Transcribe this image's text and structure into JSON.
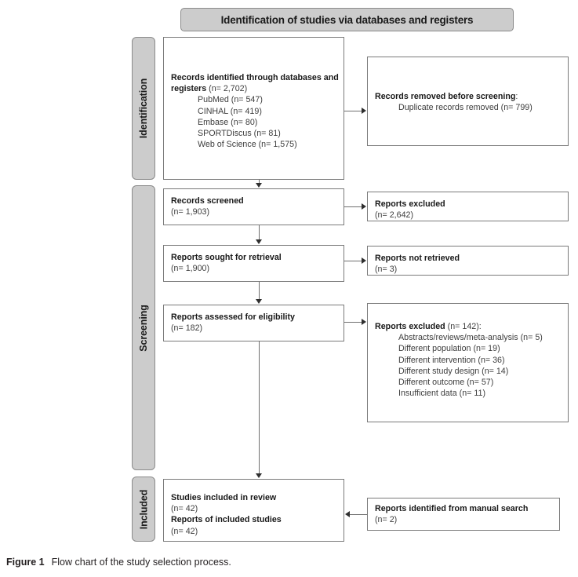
{
  "figure": {
    "banner_title": "Identification of studies via databases and registers",
    "caption_label": "Figure 1",
    "caption_text": "Flow chart of the study selection process."
  },
  "stages": [
    {
      "name": "identification",
      "label": "Identification"
    },
    {
      "name": "screening",
      "label": "Screening"
    },
    {
      "name": "included",
      "label": "Included"
    }
  ],
  "boxes": {
    "records_identified": {
      "title": "Records identified through databases and registers",
      "title_count": "(n= 2,702)",
      "sources": [
        "PubMed  (n= 547)",
        "CINHAL  (n= 419)",
        "Embase (n= 80)",
        "SPORTDiscus (n= 81)",
        "Web of Science (n= 1,575)"
      ]
    },
    "records_removed": {
      "title": "Records removed before screening",
      "title_suffix": ":",
      "detail": "Duplicate records removed (n= 799)"
    },
    "records_screened": {
      "title": "Records screened",
      "count": "(n= 1,903)"
    },
    "reports_excluded_screening": {
      "title": "Reports excluded",
      "count": "(n= 2,642)"
    },
    "reports_sought": {
      "title": "Reports sought for retrieval",
      "count": "(n= 1,900)"
    },
    "reports_not_retrieved": {
      "title": "Reports not retrieved",
      "count": "(n= 3)"
    },
    "reports_assessed": {
      "title": "Reports assessed for eligibility",
      "count": "(n= 182)"
    },
    "reports_excluded_eligibility": {
      "title": "Reports excluded",
      "title_count": "(n= 142):",
      "reasons": [
        "Abstracts/reviews/meta-analysis (n= 5)",
        "Different population  (n= 19)",
        "Different intervention  (n= 36)",
        "Different study design  (n= 14)",
        "Different outcome (n= 57)",
        "Insufficient data (n= 11)"
      ]
    },
    "studies_included": {
      "title_1": "Studies included in review",
      "count_1": "(n= 42)",
      "title_2": "Reports of included studies",
      "count_2": "(n= 42)"
    },
    "manual_search": {
      "title": "Reports identified from manual search",
      "count": "(n= 2)"
    }
  }
}
